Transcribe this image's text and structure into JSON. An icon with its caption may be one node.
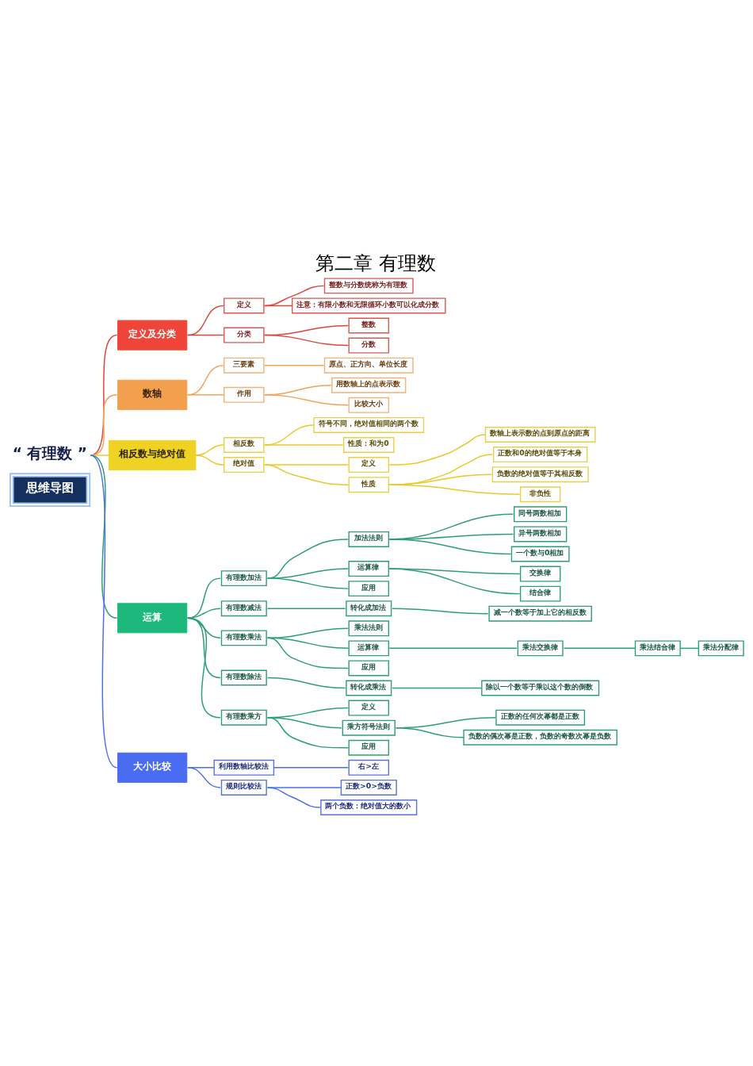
{
  "diagram": {
    "title": "第二章 有理数",
    "nodes": [
      {
        "text": [
          "思维导图"
        ]
      },
      {
        "text": [
          "“ 有理数 ”"
        ]
      },
      {
        "text": [
          "定义及分类"
        ]
      },
      {
        "text": [
          "定义"
        ]
      },
      {
        "text": [
          "整数与分数统称为有理数"
        ]
      },
      {
        "text": [
          "注意：有限小数和无限循环小数可以化成分数"
        ]
      },
      {
        "text": [
          "分类"
        ]
      },
      {
        "text": [
          "整数"
        ]
      },
      {
        "text": [
          "分数"
        ]
      },
      {
        "text": [
          "数轴"
        ]
      },
      {
        "text": [
          "三要素"
        ]
      },
      {
        "text": [
          "原点、正方向、单位长度"
        ]
      },
      {
        "text": [
          "作用"
        ]
      },
      {
        "text": [
          "用数轴上的点表示数"
        ]
      },
      {
        "text": [
          "比较大小"
        ]
      },
      {
        "text": [
          "相反数与绝对值"
        ]
      },
      {
        "text": [
          "相反数"
        ]
      },
      {
        "text": [
          "符号不同，绝对值相同的两个数"
        ]
      },
      {
        "text": [
          "性质：和为0"
        ]
      },
      {
        "text": [
          "绝对值"
        ]
      },
      {
        "text": [
          "定义"
        ]
      },
      {
        "text": [
          "数轴上表示数的点到原点的距离"
        ]
      },
      {
        "text": [
          "性质"
        ]
      },
      {
        "text": [
          "正数和0的绝对值等于本身"
        ]
      },
      {
        "text": [
          "负数的绝对值等于其相反数"
        ]
      },
      {
        "text": [
          "非负性"
        ]
      },
      {
        "text": [
          "运算"
        ]
      },
      {
        "text": [
          "有理数加法"
        ]
      },
      {
        "text": [
          "加法法则"
        ]
      },
      {
        "text": [
          "同号两数相加"
        ]
      },
      {
        "text": [
          "异号两数相加"
        ]
      },
      {
        "text": [
          "一个数与0相加"
        ]
      },
      {
        "text": [
          "运算律"
        ]
      },
      {
        "text": [
          "交换律"
        ]
      },
      {
        "text": [
          "结合律"
        ]
      },
      {
        "text": [
          "应用"
        ]
      },
      {
        "text": [
          "有理数减法"
        ]
      },
      {
        "text": [
          "转化成加法"
        ]
      },
      {
        "text": [
          "减一个数等于加上它的相反数"
        ]
      },
      {
        "text": [
          "有理数乘法"
        ]
      },
      {
        "text": [
          "乘法法则"
        ]
      },
      {
        "text": [
          "运算律"
        ]
      },
      {
        "text": [
          "乘法交换律"
        ]
      },
      {
        "text": [
          "乘法结合律"
        ]
      },
      {
        "text": [
          "乘法分配律"
        ]
      },
      {
        "text": [
          "应用"
        ]
      },
      {
        "text": [
          "有理数除法"
        ]
      },
      {
        "text": [
          "转化成乘法"
        ]
      },
      {
        "text": [
          "除以一个数等于乘以这个数的倒数"
        ]
      },
      {
        "text": [
          "有理数乘方"
        ]
      },
      {
        "text": [
          "定义"
        ]
      },
      {
        "text": [
          "乘方符号法则"
        ]
      },
      {
        "text": [
          "正数的任何次幂都是正数"
        ]
      },
      {
        "text": [
          "负数的偶次幂是正数，负数的奇数次幂是负数"
        ]
      },
      {
        "text": [
          "应用"
        ]
      },
      {
        "text": [
          "大小比较"
        ]
      },
      {
        "text": [
          "利用数轴比较法"
        ]
      },
      {
        "text": [
          "右>左"
        ]
      },
      {
        "text": [
          "规则比较法"
        ]
      },
      {
        "text": [
          "正数>0>负数"
        ]
      },
      {
        "text": [
          "两个负数：绝对值大的数小"
        ]
      }
    ],
    "edges": [
      {
        "from": 1,
        "to": 2,
        "arrow": "none",
        "color": "#d9463e"
      },
      {
        "from": 2,
        "to": 3,
        "arrow": "none",
        "color": "#d9463e"
      },
      {
        "from": 3,
        "to": 4,
        "arrow": "none",
        "color": "#d9463e"
      },
      {
        "from": 3,
        "to": 5,
        "arrow": "none",
        "color": "#d9463e"
      },
      {
        "from": 2,
        "to": 6,
        "arrow": "none",
        "color": "#d9463e"
      },
      {
        "from": 6,
        "to": 7,
        "arrow": "none",
        "color": "#d9463e"
      },
      {
        "from": 6,
        "to": 8,
        "arrow": "none",
        "color": "#d9463e"
      },
      {
        "from": 1,
        "to": 9,
        "arrow": "none",
        "color": "#f0a35a"
      },
      {
        "from": 9,
        "to": 10,
        "arrow": "none",
        "color": "#f0a35a"
      },
      {
        "from": 10,
        "to": 11,
        "arrow": "none",
        "color": "#f0a35a"
      },
      {
        "from": 9,
        "to": 12,
        "arrow": "none",
        "color": "#f0a35a"
      },
      {
        "from": 12,
        "to": 13,
        "arrow": "none",
        "color": "#f0a35a"
      },
      {
        "from": 12,
        "to": 14,
        "arrow": "none",
        "color": "#f0a35a"
      },
      {
        "from": 1,
        "to": 15,
        "arrow": "none",
        "color": "#e8c92a"
      },
      {
        "from": 15,
        "to": 16,
        "arrow": "none",
        "color": "#e8c92a"
      },
      {
        "from": 16,
        "to": 17,
        "arrow": "none",
        "color": "#e8c92a"
      },
      {
        "from": 16,
        "to": 18,
        "arrow": "none",
        "color": "#e8c92a"
      },
      {
        "from": 15,
        "to": 19,
        "arrow": "none",
        "color": "#e8c92a"
      },
      {
        "from": 19,
        "to": 20,
        "arrow": "none",
        "color": "#e8c92a"
      },
      {
        "from": 20,
        "to": 21,
        "arrow": "none",
        "color": "#e8c92a"
      },
      {
        "from": 19,
        "to": 22,
        "arrow": "none",
        "color": "#e8c92a"
      },
      {
        "from": 22,
        "to": 23,
        "arrow": "none",
        "color": "#e8c92a"
      },
      {
        "from": 22,
        "to": 24,
        "arrow": "none",
        "color": "#e8c92a"
      },
      {
        "from": 22,
        "to": 25,
        "arrow": "none",
        "color": "#e8c92a"
      },
      {
        "from": 1,
        "to": 26,
        "arrow": "none"
      },
      {
        "from": 26,
        "to": 27,
        "arrow": "none"
      },
      {
        "from": 27,
        "to": 28,
        "arrow": "none"
      },
      {
        "from": 28,
        "to": 29,
        "arrow": "none"
      },
      {
        "from": 28,
        "to": 30,
        "arrow": "none"
      },
      {
        "from": 28,
        "to": 31,
        "arrow": "none"
      },
      {
        "from": 27,
        "to": 32,
        "arrow": "none"
      },
      {
        "from": 32,
        "to": 33,
        "arrow": "none"
      },
      {
        "from": 32,
        "to": 34,
        "arrow": "none"
      },
      {
        "from": 27,
        "to": 35,
        "arrow": "none"
      },
      {
        "from": 26,
        "to": 36,
        "arrow": "none"
      },
      {
        "from": 36,
        "to": 37,
        "arrow": "none"
      },
      {
        "from": 37,
        "to": 38,
        "arrow": "none"
      },
      {
        "from": 26,
        "to": 39,
        "arrow": "none"
      },
      {
        "from": 39,
        "to": 40,
        "arrow": "none"
      },
      {
        "from": 39,
        "to": 41,
        "arrow": "none"
      },
      {
        "from": 41,
        "to": 42,
        "arrow": "none"
      },
      {
        "from": 42,
        "to": 43,
        "arrow": "none"
      },
      {
        "from": 43,
        "to": 44,
        "arrow": "none"
      },
      {
        "from": 39,
        "to": 45,
        "arrow": "none"
      },
      {
        "from": 26,
        "to": 46,
        "arrow": "none"
      },
      {
        "from": 46,
        "to": 47,
        "arrow": "none"
      },
      {
        "from": 47,
        "to": 48,
        "arrow": "none"
      },
      {
        "from": 26,
        "to": 49,
        "arrow": "none"
      },
      {
        "from": 49,
        "to": 50,
        "arrow": "none"
      },
      {
        "from": 49,
        "to": 51,
        "arrow": "none"
      },
      {
        "from": 51,
        "to": 52,
        "arrow": "none"
      },
      {
        "from": 51,
        "to": 53,
        "arrow": "none"
      },
      {
        "from": 49,
        "to": 54,
        "arrow": "none"
      },
      {
        "from": 1,
        "to": 55,
        "arrow": "none",
        "color": "#4f6ee8"
      },
      {
        "from": 55,
        "to": 56,
        "arrow": "none",
        "color": "#4f6ee8"
      },
      {
        "from": 56,
        "to": 57,
        "arrow": "none",
        "color": "#4f6ee8"
      },
      {
        "from": 55,
        "to": 58,
        "arrow": "none",
        "color": "#4f6ee8"
      },
      {
        "from": 58,
        "to": 59,
        "arrow": "none",
        "color": "#4f6ee8"
      },
      {
        "from": 58,
        "to": 60,
        "arrow": "none",
        "color": "#4f6ee8"
      }
    ]
  }
}
